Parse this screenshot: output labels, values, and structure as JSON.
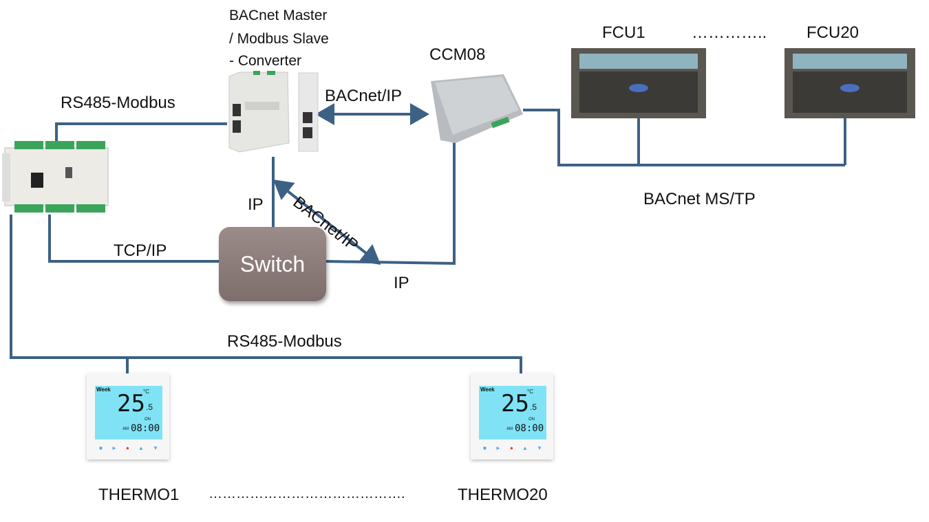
{
  "converter_label": {
    "line1": "BACnet Master",
    "line2": "/ Modbus Slave",
    "line3": "- Converter"
  },
  "ccm_label": "CCM08",
  "fcu": {
    "first": "FCU1",
    "ellipsis": "…………..",
    "last": "FCU20"
  },
  "links": {
    "rs485_top": "RS485-Modbus",
    "bacnet_ip_top": "BACnet/IP",
    "ip_vertical": "IP",
    "bacnet_ip_diag": "BACnet/IP",
    "tcp_ip": "TCP/IP",
    "ip_right": "IP",
    "bacnet_mstp": "BACnet MS/TP",
    "rs485_bottom": "RS485-Modbus"
  },
  "switch_label": "Switch",
  "thermostats": {
    "first": "THERMO1",
    "ellipsis": "…………………………………….",
    "last": "THERMO20",
    "display": {
      "mode": "Week",
      "temp": "25",
      "decimal": ".5",
      "unit": "°C",
      "time": "08:00",
      "ampm": "AM",
      "on": "ON"
    }
  },
  "colors": {
    "wire": "#3d6185",
    "switch": "#8a7a78",
    "lcd": "#7fe3f5",
    "terminal": "#3aa55a"
  }
}
